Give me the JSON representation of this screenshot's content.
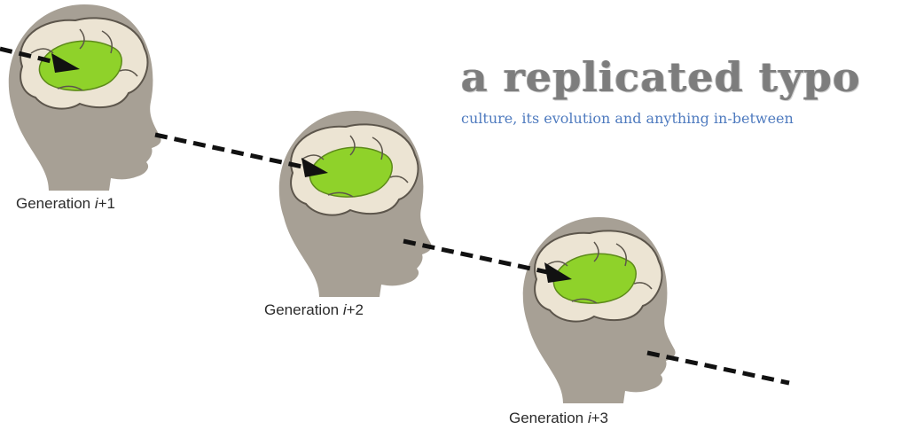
{
  "blog": {
    "title": "a replicated typo",
    "tagline": "culture, its evolution and anything in-between"
  },
  "generations": [
    {
      "prefix": "Generation ",
      "var": "i",
      "suffix": "+1"
    },
    {
      "prefix": "Generation ",
      "var": "i",
      "suffix": "+2"
    },
    {
      "prefix": "Generation ",
      "var": "i",
      "suffix": "+3"
    }
  ],
  "colors": {
    "head": "#a7a095",
    "brain": "#ece4d3",
    "brain_outline": "#5d564c",
    "highlight": "#8fd22a",
    "arrow": "#111111",
    "title": "#7d7d7d",
    "tagline": "#4f7bbf"
  }
}
